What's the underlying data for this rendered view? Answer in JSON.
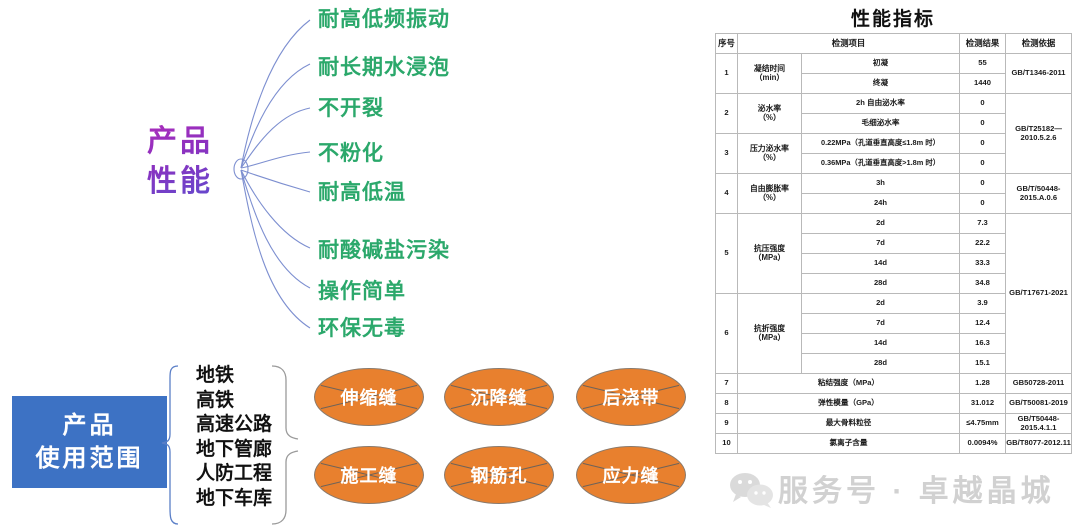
{
  "mindmap": {
    "center_title_line1": "产品",
    "center_title_line2": "性能",
    "branches": [
      {
        "label": "耐高低频振动"
      },
      {
        "label": "耐长期水浸泡"
      },
      {
        "label": "不开裂"
      },
      {
        "label": "不粉化"
      },
      {
        "label": "耐高低温"
      },
      {
        "label": "耐酸碱盐污染"
      },
      {
        "label": "操作简单"
      },
      {
        "label": "环保无毒"
      }
    ],
    "branch_color": "#2ba86b",
    "line_color": "#7d8fd0"
  },
  "usage": {
    "box_line1": "产品",
    "box_line2": "使用范围",
    "box_color": "#3d72c4",
    "items": [
      "地铁",
      "高铁",
      "高速公路",
      "地下管廊",
      "人防工程",
      "地下车库"
    ],
    "applications": [
      {
        "label": "伸缩缝"
      },
      {
        "label": "沉降缝"
      },
      {
        "label": "后浇带"
      },
      {
        "label": "施工缝"
      },
      {
        "label": "钢筋孔"
      },
      {
        "label": "应力缝"
      }
    ],
    "ellipse_color": "#e8802e",
    "ellipse_border": "#8a7a6c"
  },
  "table": {
    "title": "性能指标",
    "headers": [
      "序号",
      "检测项目",
      "检测结果",
      "检测依据"
    ],
    "rows": [
      {
        "no": "1",
        "item": "凝结时间",
        "unit": "（min）",
        "sub": "初凝",
        "result": "55",
        "basis": "GB/T1346-2011"
      },
      {
        "no": "",
        "item": "",
        "unit": "",
        "sub": "终凝",
        "result": "1440",
        "basis": ""
      },
      {
        "no": "2",
        "item": "泌水率",
        "unit": "（%）",
        "sub": "2h 自由泌水率",
        "result": "0",
        "basis": "GB/T25182—2010.5.2.6"
      },
      {
        "no": "",
        "item": "",
        "unit": "",
        "sub": "毛细泌水率",
        "result": "0",
        "basis": ""
      },
      {
        "no": "3",
        "item": "压力泌水率",
        "unit": "（%）",
        "sub": "0.22MPa（孔道垂直高度≤1.8m 时）",
        "result": "0",
        "basis": ""
      },
      {
        "no": "",
        "item": "",
        "unit": "",
        "sub": "0.36MPa（孔道垂直高度>1.8m 时）",
        "result": "0",
        "basis": ""
      },
      {
        "no": "4",
        "item": "自由膨胀率",
        "unit": "（%）",
        "sub": "3h",
        "result": "0",
        "basis": "GB/T/50448-2015.A.0.6"
      },
      {
        "no": "",
        "item": "",
        "unit": "",
        "sub": "24h",
        "result": "0",
        "basis": ""
      },
      {
        "no": "5",
        "item": "抗压强度",
        "unit": "（MPa）",
        "sub": "2d",
        "result": "7.3",
        "basis": "GB/T17671-2021"
      },
      {
        "no": "",
        "item": "",
        "unit": "",
        "sub": "7d",
        "result": "22.2",
        "basis": ""
      },
      {
        "no": "",
        "item": "",
        "unit": "",
        "sub": "14d",
        "result": "33.3",
        "basis": ""
      },
      {
        "no": "",
        "item": "",
        "unit": "",
        "sub": "28d",
        "result": "34.8",
        "basis": ""
      },
      {
        "no": "6",
        "item": "抗折强度",
        "unit": "（MPa）",
        "sub": "2d",
        "result": "3.9",
        "basis": ""
      },
      {
        "no": "",
        "item": "",
        "unit": "",
        "sub": "7d",
        "result": "12.4",
        "basis": ""
      },
      {
        "no": "",
        "item": "",
        "unit": "",
        "sub": "14d",
        "result": "16.3",
        "basis": ""
      },
      {
        "no": "",
        "item": "",
        "unit": "",
        "sub": "28d",
        "result": "15.1",
        "basis": ""
      },
      {
        "no": "7",
        "item": "粘结强度（MPa）",
        "unit": "",
        "sub": "",
        "result": "1.28",
        "basis": "GB50728-2011"
      },
      {
        "no": "8",
        "item": "弹性模量（GPa）",
        "unit": "",
        "sub": "",
        "result": "31.012",
        "basis": "GB/T50081-2019"
      },
      {
        "no": "9",
        "item": "最大骨料粒径",
        "unit": "",
        "sub": "",
        "result": "≤4.75mm",
        "basis": "GB/T50448-2015.4.1.1"
      },
      {
        "no": "10",
        "item": "氯离子含量",
        "unit": "",
        "sub": "",
        "result": "0.0094%",
        "basis": "GB/T8077-2012.11"
      }
    ]
  },
  "watermark": {
    "text": "服务号 · 卓越晶城",
    "icon": "wechat-icon"
  }
}
